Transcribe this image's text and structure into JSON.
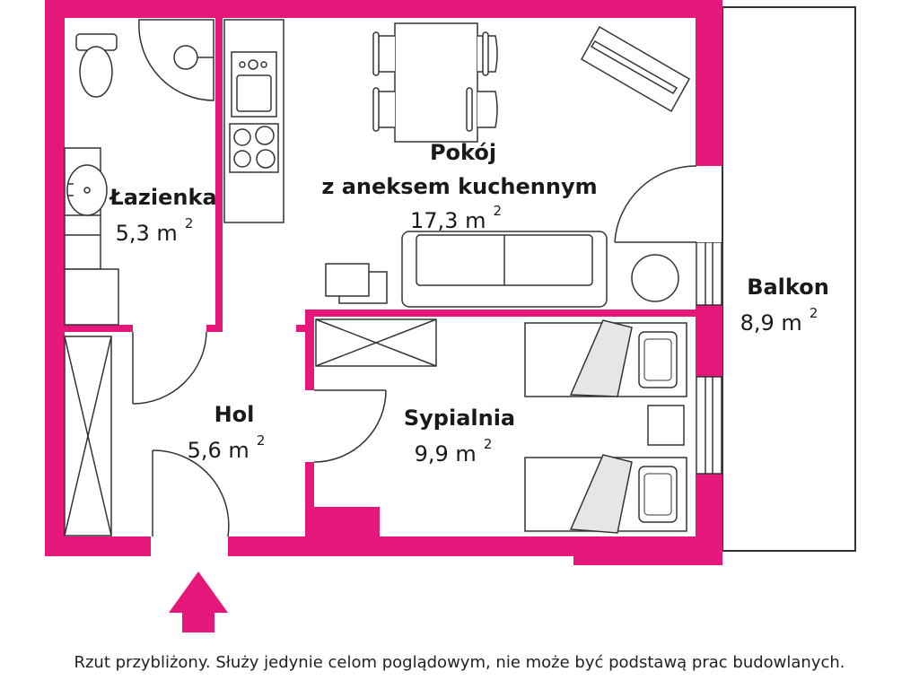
{
  "colors": {
    "wall": "#e6177a",
    "line": "#333333",
    "fill": "#ffffff",
    "cloth": "#e6e6e6"
  },
  "rooms": {
    "lazienka": {
      "name": "Łazienka",
      "area": "5,3 m",
      "unit_power": "2"
    },
    "pokoj": {
      "name_line1": "Pokój",
      "name_line2": "z aneksem kuchennym",
      "area": "17,3 m",
      "unit_power": "2"
    },
    "balkon": {
      "name": "Balkon",
      "area": "8,9 m",
      "unit_power": "2"
    },
    "hol": {
      "name": "Hol",
      "area": "5,6 m",
      "unit_power": "2"
    },
    "sypialnia": {
      "name": "Sypialnia",
      "area": "9,9 m",
      "unit_power": "2"
    }
  },
  "disclaimer": "Rzut przybliżony. Służy jedynie celom poglądowym, nie może być podstawą prac budowlanych.",
  "icons": [
    "entrance-arrow-icon",
    "toilet-icon",
    "sink-icon",
    "shower-icon",
    "stove-icon",
    "chair-icon",
    "bed-icon",
    "sofa-icon",
    "wardrobe-icon"
  ]
}
